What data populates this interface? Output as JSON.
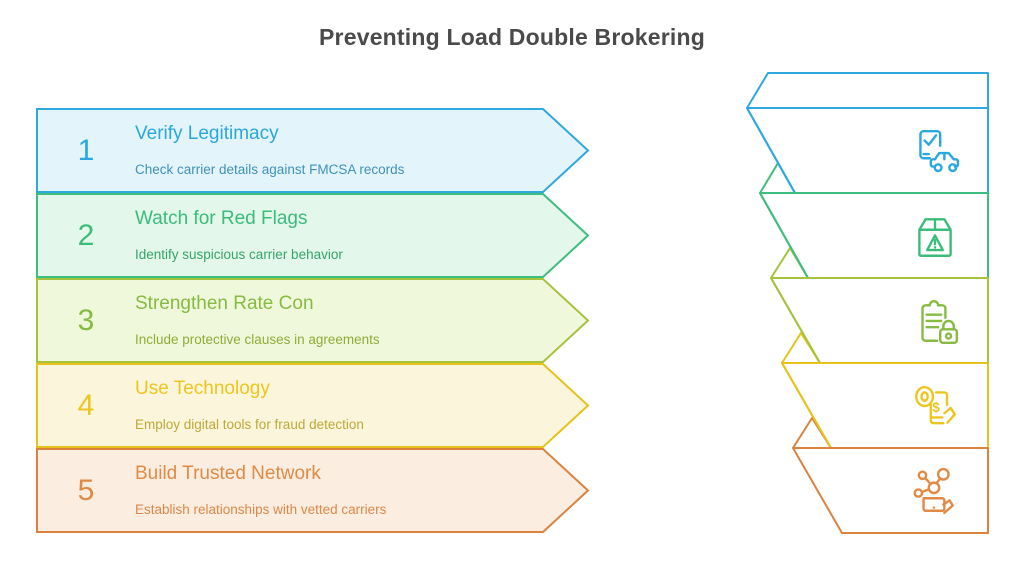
{
  "header": {
    "title": "Preventing Load Double Brokering"
  },
  "steps": [
    {
      "number": "1",
      "title": "Verify Legitimacy",
      "subtitle": "Check carrier details against FMCSA records",
      "icon": "phone-check-car-icon",
      "accent": "#29A7DE",
      "fill": "#E4F4FB",
      "subtitle_color": "#3E92B8"
    },
    {
      "number": "2",
      "title": "Watch for Red Flags",
      "subtitle": "Identify suspicious carrier behavior",
      "icon": "package-warning-icon",
      "accent": "#3BBC7A",
      "fill": "#E3F7EB",
      "subtitle_color": "#35A56B"
    },
    {
      "number": "3",
      "title": "Strengthen Rate Con",
      "subtitle": "Include protective clauses in agreements",
      "icon": "clipboard-lock-icon",
      "accent": "#85BB41",
      "fill": "#F0F8DB",
      "subtitle_color": "#8FAC39"
    },
    {
      "number": "4",
      "title": "Use Technology",
      "subtitle": "Employ digital tools for fraud detection",
      "icon": "fingerprint-payment-icon",
      "accent": "#EDC51F",
      "fill": "#FBF6DB",
      "subtitle_color": "#BEA83B"
    },
    {
      "number": "5",
      "title": "Build Trusted Network",
      "subtitle": "Establish relationships with vetted carriers",
      "icon": "network-hand-icon",
      "accent": "#E18A45",
      "fill": "#FBEEE1",
      "subtitle_color": "#DE8748"
    }
  ]
}
